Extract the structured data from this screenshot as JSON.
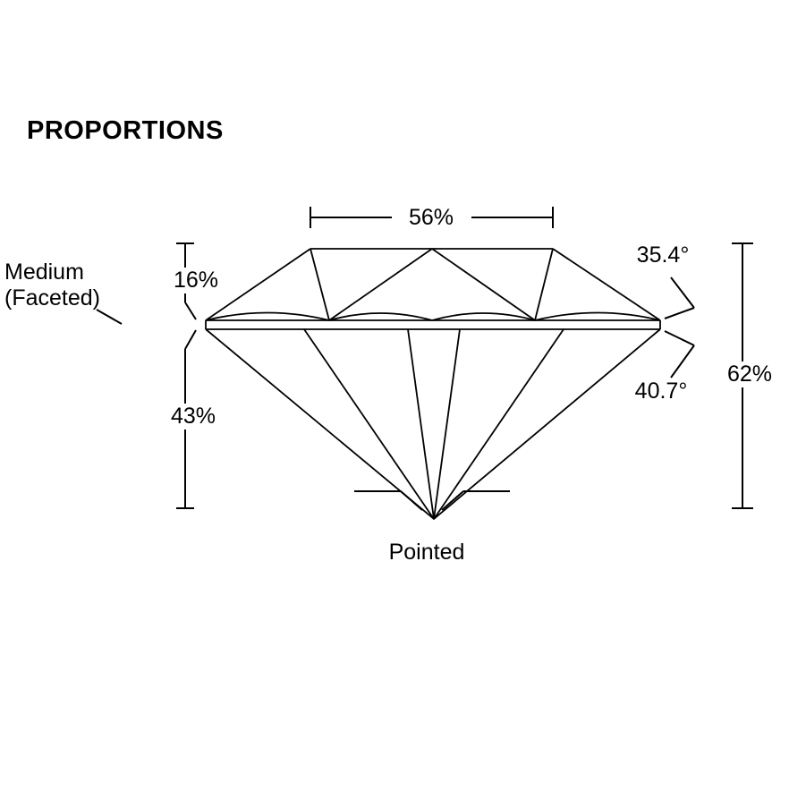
{
  "title": "PROPORTIONS",
  "colors": {
    "line": "#000000",
    "background": "#ffffff",
    "text": "#000000"
  },
  "labels": {
    "table_size": "56%",
    "crown_height": "16%",
    "pavilion_depth": "43%",
    "crown_angle": "35.4°",
    "pavilion_angle": "40.7°",
    "total_depth": "62%",
    "girdle_line1": "Medium",
    "girdle_line2": "(Faceted)",
    "culet": "Pointed"
  }
}
